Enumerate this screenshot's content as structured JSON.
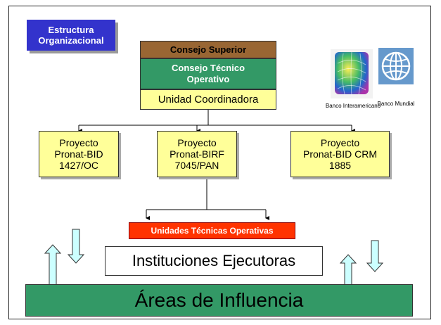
{
  "title": [
    "Estructura",
    "Organizacional"
  ],
  "consejo_superior": "Consejo Superior",
  "consejo_tecnico": [
    "Consejo Técnico",
    "Operativo"
  ],
  "unidad_coordinadora": "Unidad Coordinadora",
  "projects": [
    [
      "Proyecto",
      "Pronat-BID",
      "1427/OC"
    ],
    [
      "Proyecto",
      "Pronat-BIRF",
      "7045/PAN"
    ],
    [
      "Proyecto",
      "Pronat-BID CRM",
      "1885"
    ]
  ],
  "unidades_tecnicas": "Unidades Técnicas Operativas",
  "instituciones": "Instituciones Ejecutoras",
  "areas": "Áreas de Influencia",
  "logos": {
    "bid_label": "Banco Interamericano",
    "bm_label": "Banco Mundial"
  },
  "colors": {
    "title_bg": "#3333cc",
    "consejo_superior": "#996633",
    "consejo_tecnico": "#339966",
    "yellow_box": "#ffff99",
    "unidades_tecnicas": "#ff3300",
    "areas": "#339966",
    "flow_arrow": "#ccffff"
  }
}
